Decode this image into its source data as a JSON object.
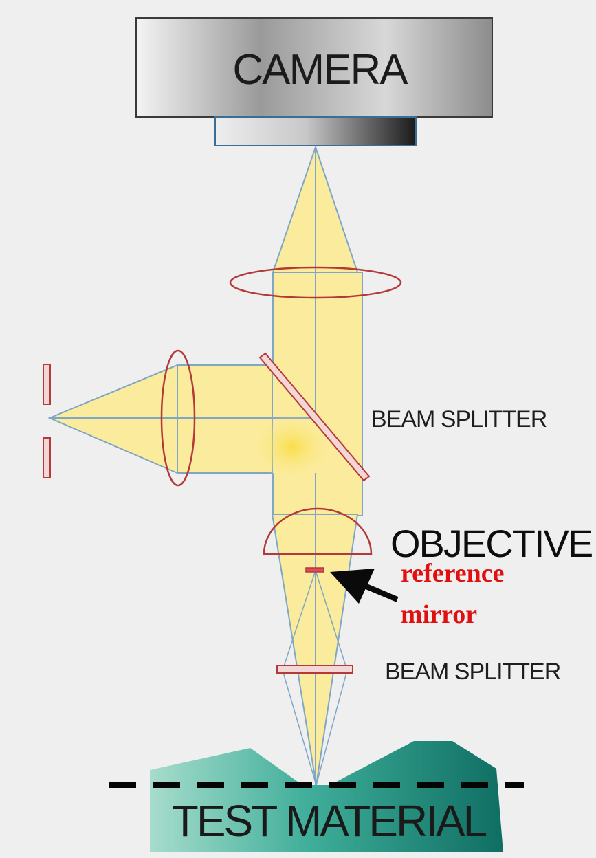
{
  "labels": {
    "camera": "CAMERA",
    "beam_splitter_upper": "BEAM SPLITTER",
    "objective": "OBJECTIVE",
    "reference_line1": "reference",
    "reference_line2": "mirror",
    "beam_splitter_lower": "BEAM SPLITTER",
    "test_material": "TEST MATERIAL"
  },
  "colors": {
    "background": "#efefef",
    "beam_fill": "#fbeb9c",
    "beam_edge": "#7fa6c4",
    "lens_outline": "#b43a3a",
    "reference_text": "#e01010",
    "test_material": "#3fae9a"
  }
}
